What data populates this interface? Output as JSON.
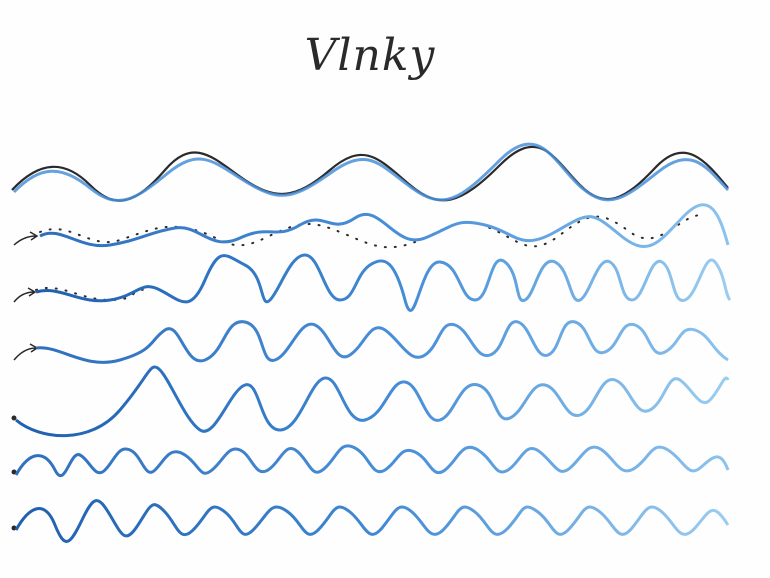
{
  "title": "Vlnky",
  "colors": {
    "paper": "#fefefe",
    "pencil": "#2a2a2a",
    "crayon_dark": "#2f6fbd",
    "crayon_mid": "#4a90d9",
    "crayon_light": "#8cc3ee"
  },
  "rows": [
    {
      "guide": "pencil-line",
      "start_mark": "dot"
    },
    {
      "guide": "dotted-line",
      "start_mark": "arrow"
    },
    {
      "guide": "dotted-start",
      "start_mark": "arrow"
    },
    {
      "guide": "dotted-start",
      "start_mark": "arrow"
    },
    {
      "guide": "none",
      "start_mark": "dot"
    },
    {
      "guide": "none",
      "start_mark": "dot"
    },
    {
      "guide": "none",
      "start_mark": "dot"
    }
  ]
}
